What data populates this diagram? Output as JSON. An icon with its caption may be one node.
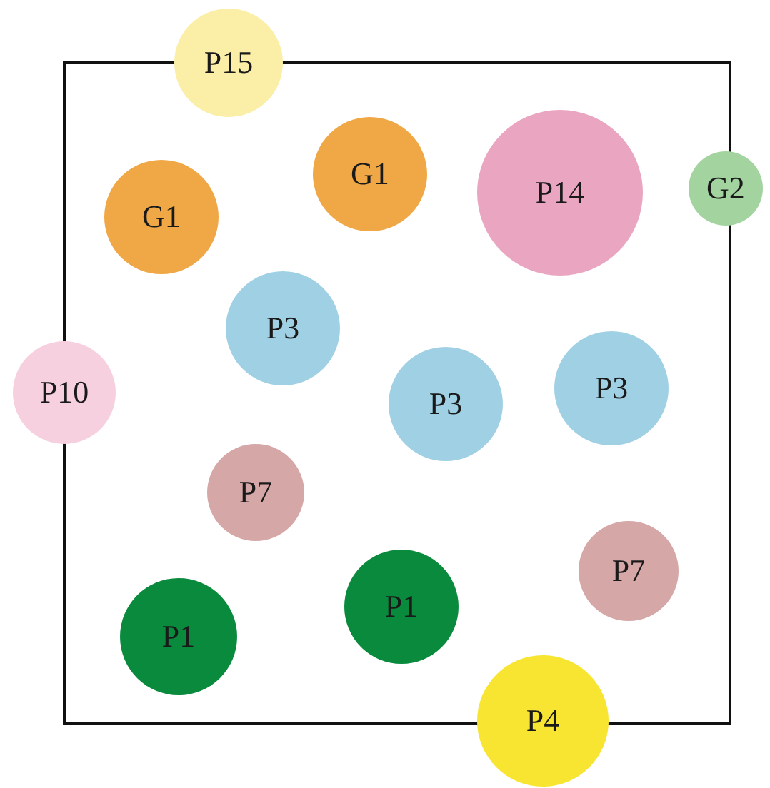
{
  "diagram": {
    "nodes": [
      {
        "text": [],
        "shape": "box"
      },
      {
        "text": [
          "P15"
        ]
      },
      {
        "text": [
          "G1"
        ],
        "in": 0
      },
      {
        "text": [
          "P14"
        ],
        "in": 0
      },
      {
        "text": [
          "G2"
        ]
      },
      {
        "text": [
          "G1"
        ],
        "in": 0
      },
      {
        "text": [
          "P3"
        ],
        "in": 0
      },
      {
        "text": [
          "P10"
        ]
      },
      {
        "text": [
          "P3"
        ],
        "in": 0
      },
      {
        "text": [
          "P3"
        ],
        "in": 0
      },
      {
        "text": [
          "P7"
        ],
        "in": 0
      },
      {
        "text": [
          "P7"
        ],
        "in": 0
      },
      {
        "text": [
          "P1"
        ],
        "in": 0
      },
      {
        "text": [
          "P1"
        ],
        "in": 0
      },
      {
        "text": [
          "P4"
        ]
      }
    ]
  }
}
